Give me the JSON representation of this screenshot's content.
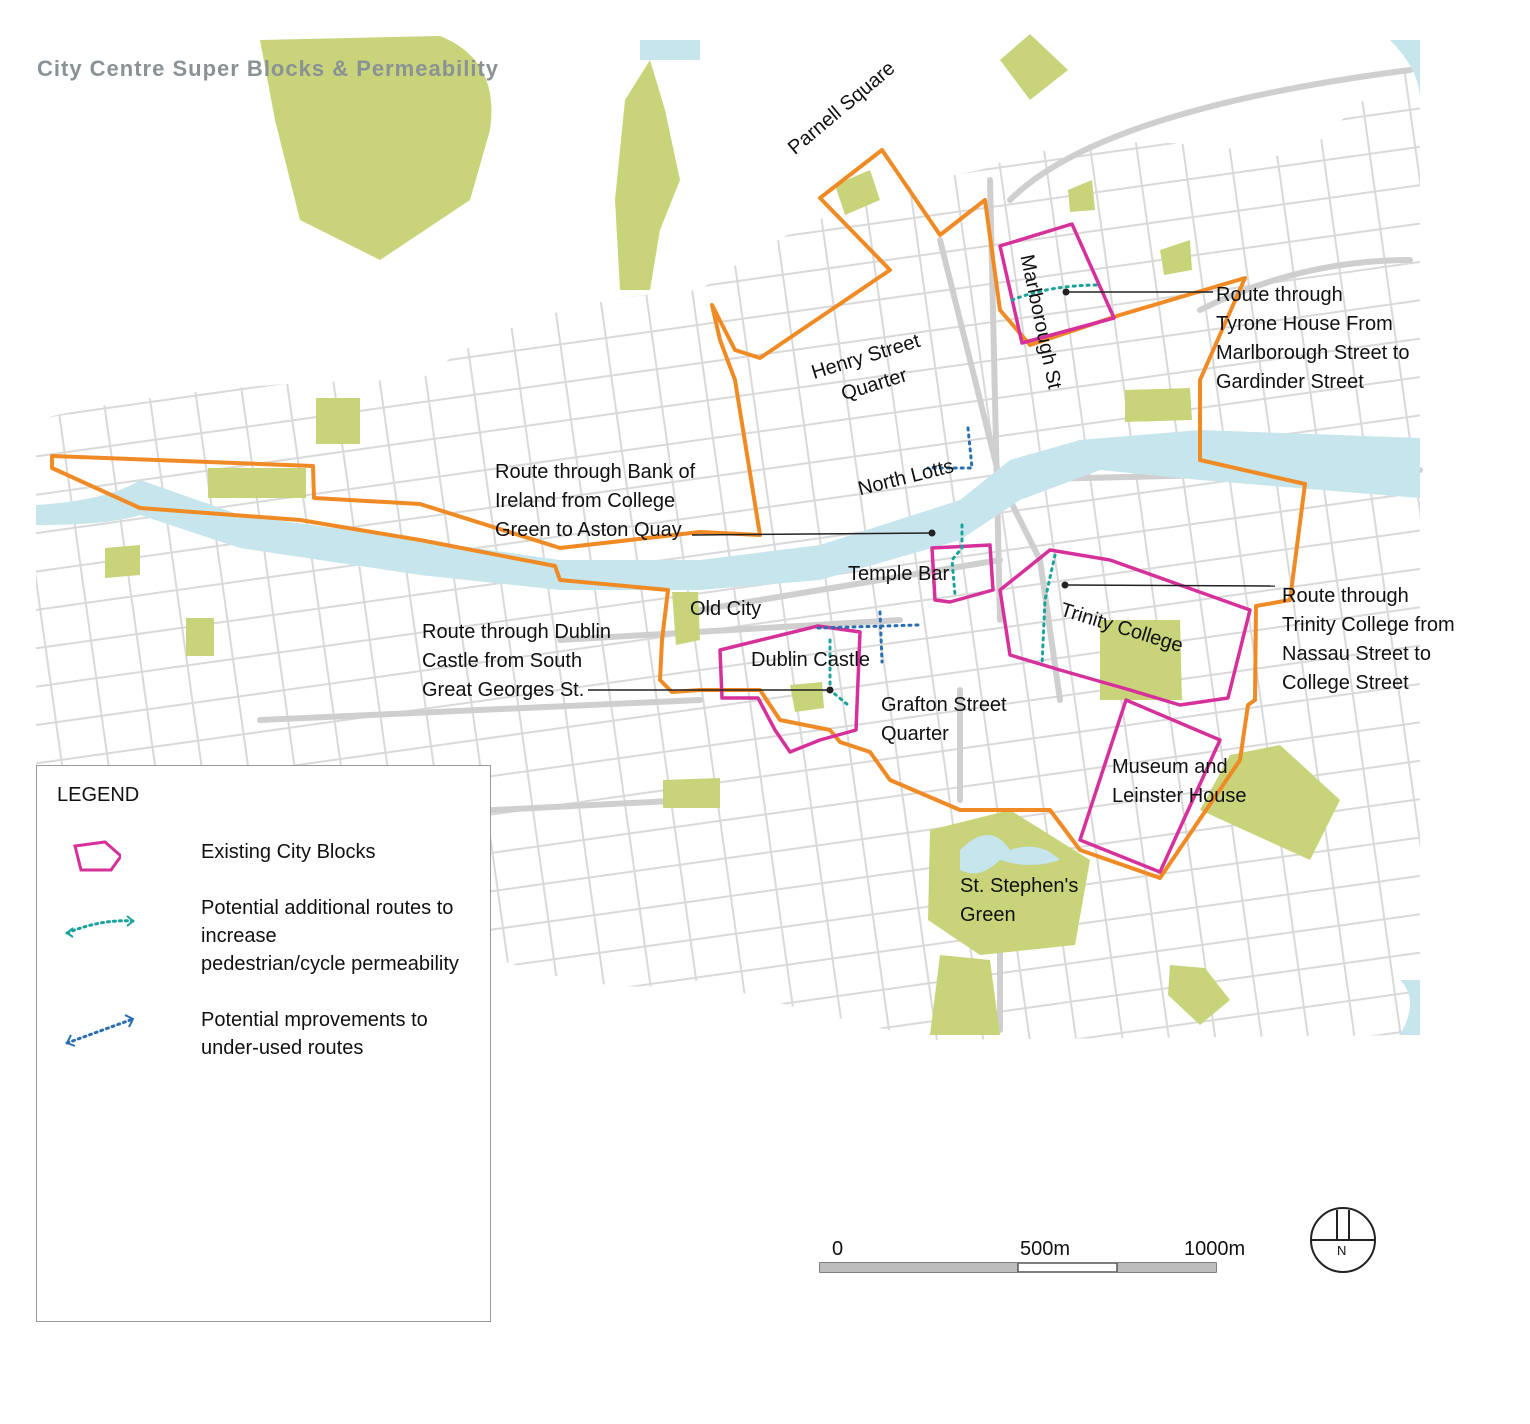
{
  "title": "City Centre Super Blocks & Permeability",
  "colors": {
    "park": "#c9d37a",
    "river": "#c6e5ec",
    "streets": "#d8d8d8",
    "quarter_outline": "#f08a24",
    "city_block": "#d6309a",
    "additional_route": "#1aa39a",
    "improvement_route": "#2b6fb0"
  },
  "labels": {
    "parnell_square": "Parnell Square",
    "henry_street": "Henry Street\nQuarter",
    "marlborough": "Marlborough St",
    "tyrone_route": "Route through\nTyrone House From\nMarlborough Street to\nGardinder Street",
    "north_lotts": "North Lotts",
    "bank_route": "Route through Bank of\nIreland from College\nGreen to Aston Quay",
    "temple_bar": "Temple Bar",
    "old_city": "Old City",
    "trinity_college": "Trinity College",
    "trinity_route": "Route through\nTrinity College from\nNassau Street to\nCollege Street",
    "dublin_castle_route": "Route through Dublin\nCastle from South\nGreat Georges St.",
    "dublin_castle": "Dublin Castle",
    "grafton_street": "Grafton Street\nQuarter",
    "museum": "Museum and\nLeinster House",
    "stephens_green": "St. Stephen's\nGreen"
  },
  "legend": {
    "title": "LEGEND",
    "items": [
      {
        "label": "Existing City Blocks",
        "symbol": "pink-block-icon"
      },
      {
        "label": "Potential additional routes to\nincrease\npedestrian/cycle permeability",
        "symbol": "teal-dotted-arrow-icon"
      },
      {
        "label": "Potential mprovements to\nunder-used routes",
        "symbol": "blue-dotted-arrow-icon"
      }
    ]
  },
  "scale_bar": {
    "ticks": [
      "0",
      "500m",
      "1000m"
    ]
  },
  "north_arrow": {
    "label": "N"
  }
}
